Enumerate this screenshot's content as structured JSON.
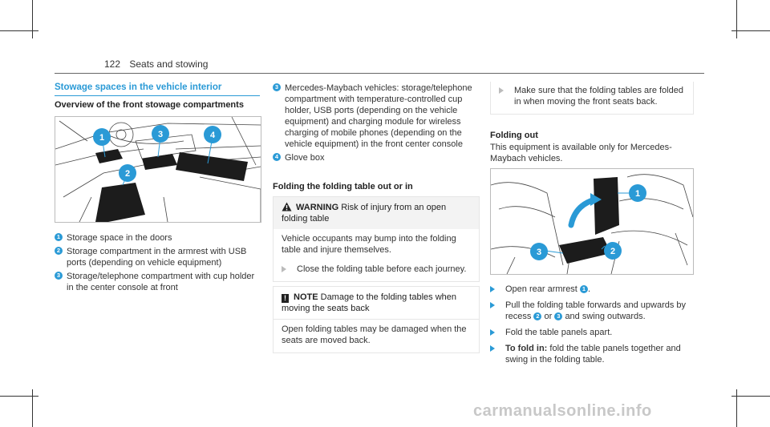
{
  "header": {
    "page_number": "122",
    "section_title": "Seats and stowing"
  },
  "left": {
    "section_heading": "Stowage spaces in the vehicle interior",
    "subheading": "Overview of the front stowage compartments",
    "items": [
      {
        "n": "1",
        "text": "Storage space in the doors"
      },
      {
        "n": "2",
        "text": "Storage compartment in the armrest with USB ports (depending on vehicle equipment)"
      },
      {
        "n": "3",
        "text": "Storage/telephone compartment with cup holder in the center console at front"
      }
    ]
  },
  "middle": {
    "items": [
      {
        "n": "3",
        "text": "Mercedes-Maybach vehicles: storage/telephone compartment with temperature-controlled cup holder, USB ports (depending on the vehicle equipment) and charging module for wireless charging of mobile phones (depending on the vehicle equipment) in the front center console"
      },
      {
        "n": "4",
        "text": "Glove box"
      }
    ],
    "folding_heading": "Folding the folding table out or in",
    "warning": {
      "label": "WARNING",
      "text": "Risk of injury from an open folding table",
      "body": "Vehicle occupants may bump into the folding table and injure themselves.",
      "step": "Close the folding table before each journey."
    },
    "note": {
      "label": "NOTE",
      "text": "Damage to the folding tables when moving the seats back",
      "body": "Open folding tables may be damaged when the seats are moved back."
    }
  },
  "right": {
    "ensure_step": "Make sure that the folding tables are folded in when moving the front seats back.",
    "folding_out_heading": "Folding out",
    "folding_out_text": "This equipment is available only for Mercedes-Maybach vehicles.",
    "steps": {
      "s1_a": "Open rear armrest",
      "s1_n": "1",
      "s1_b": ".",
      "s2_a": "Pull the folding table forwards and upwards by recess",
      "s2_n1": "2",
      "s2_or": "or",
      "s2_n2": "3",
      "s2_b": "and swing outwards.",
      "s3": "Fold the table panels apart.",
      "s4_label": "To fold in:",
      "s4_text": "fold the table panels together and swing in the folding table."
    }
  },
  "figure1": {
    "markers": [
      "1",
      "2",
      "3",
      "4"
    ]
  },
  "figure2": {
    "markers": [
      "1",
      "2",
      "3"
    ]
  },
  "watermark": "carmanualsonline.info",
  "colors": {
    "accent": "#2a9ad6",
    "text": "#333333"
  }
}
